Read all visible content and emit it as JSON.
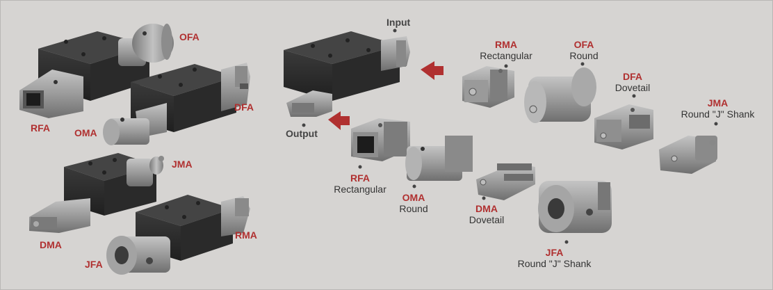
{
  "left_labels": {
    "ofa": "OFA",
    "rfa": "RFA",
    "oma": "OMA",
    "dfa": "DFA",
    "jma": "JMA",
    "dma": "DMA",
    "rma": "RMA",
    "jfa": "JFA"
  },
  "center": {
    "input": "Input",
    "output": "Output"
  },
  "parts": [
    {
      "code": "RMA",
      "desc": "Rectangular"
    },
    {
      "code": "OFA",
      "desc": "Round"
    },
    {
      "code": "DFA",
      "desc": "Dovetail"
    },
    {
      "code": "JMA",
      "desc": "Round \"J\" Shank"
    },
    {
      "code": "RFA",
      "desc": "Rectangular"
    },
    {
      "code": "OMA",
      "desc": "Round"
    },
    {
      "code": "DMA",
      "desc": "Dovetail"
    },
    {
      "code": "JFA",
      "desc": "Round \"J\" Shank"
    }
  ],
  "colors": {
    "background": "#d6d4d2",
    "accent": "#b03030",
    "body_dark": "#2e2e2e",
    "metal": "#9a9a9a"
  }
}
